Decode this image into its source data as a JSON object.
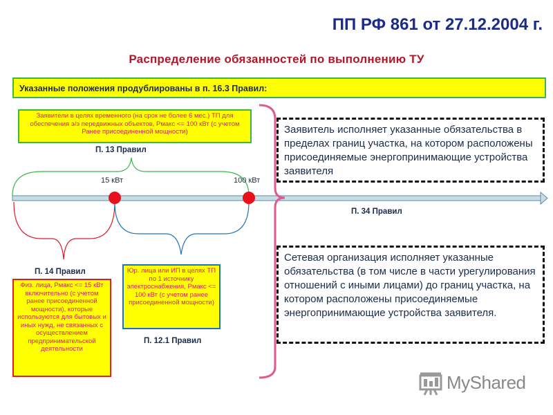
{
  "header": {
    "title": "ПП РФ 861 от 27.12.2004 г.",
    "subtitle": "Распределение обязанностей по выполнению ТУ"
  },
  "banner": "Указанные положения продублированы в п. 16.3 Правил:",
  "boxes": {
    "temp": "Заявители в целях временного (на срок не более 6 мес.) ТП для обеспечения э/э передвижных объектов, Рмакс <= 100 кВт (с учетом Ранее присоединенной мощности)",
    "fiz": "Физ. лица, Рмакс <= 15 кВт включительно (с учетом ранее присоединенной мощности), которые используются для бытовых и иных нужд, не связанных с осуществлением предпринимательской деятельности",
    "yur": "Юр. лица или ИП в целях ТП по 1 источнику электроснабжения, Рмакс <= 100 кВт (с учетом ранее присоединенной мощности)"
  },
  "labels": {
    "p13": "П. 13 Правил",
    "p14": "П. 14 Правил",
    "p121": "П. 12.1 Правил",
    "p34": "П. 34 Правил",
    "kw15": "15 кВт",
    "kw100": "100 кВт"
  },
  "duties": {
    "applicant": "Заявитель исполняет указанные обязательства в пределах границ участка, на котором расположены присоединяемые энергопринимающие устройства заявителя",
    "network": "Сетевая организация исполняет указанные обязательства (в том числе в части урегулирования отношений с иными лицами) до границ участка, на котором расположены присоединяемые энергопринимающие устройства заявителя."
  },
  "logo": {
    "text": "MyShared",
    "icon": "presentation-board-icon"
  },
  "colors": {
    "title": "#1b2b8c",
    "subtitle": "#b0182a",
    "highlight": "#ffff00",
    "green": "#39b54a",
    "red": "#e01b24",
    "blue": "#1e73be",
    "pink": "#e05a8e",
    "marker": "#e8101a"
  }
}
